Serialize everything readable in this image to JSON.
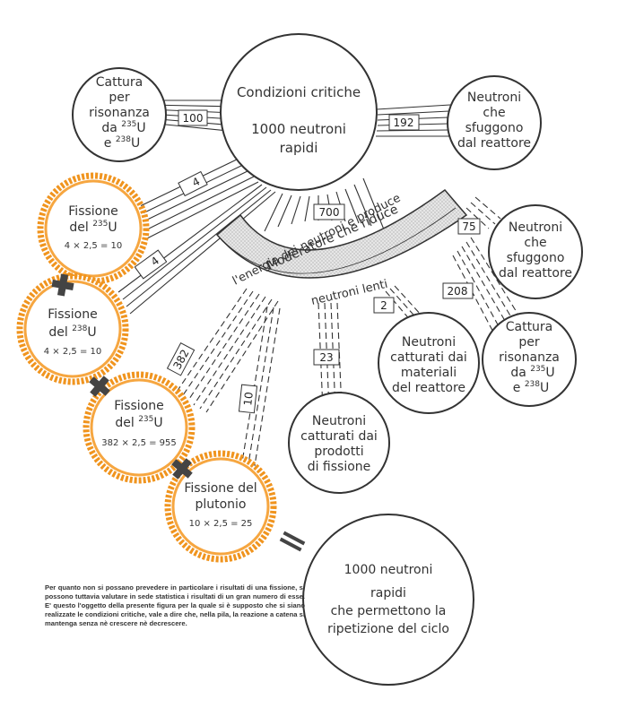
{
  "critical": {
    "title": "Condizioni critiche",
    "line1": "1000 neutroni",
    "line2": "rapidi"
  },
  "capture_fast": {
    "l1": "Cattura",
    "l2": "per",
    "l3": "risonanza",
    "l4a": "da ",
    "l4b": "235",
    "l4c": "U",
    "l5a": "e ",
    "l5b": "238",
    "l5c": "U"
  },
  "escape_fast": {
    "l1": "Neutroni",
    "l2": "che",
    "l3": "sfuggono",
    "l4": "dal reattore"
  },
  "escape_slow": {
    "l1": "Neutroni",
    "l2": "che",
    "l3": "sfuggono",
    "l4": "dal reattore"
  },
  "capture_slow": {
    "l1": "Cattura",
    "l2": "per",
    "l3": "risonanza",
    "l4a": "da ",
    "l4b": "235",
    "l4c": "U",
    "l5a": "e ",
    "l5b": "238",
    "l5c": "U"
  },
  "materials": {
    "l1": "Neutroni",
    "l2": "catturati dai",
    "l3": "materiali",
    "l4": "del reattore"
  },
  "products": {
    "l1": "Neutroni",
    "l2": "catturati dai",
    "l3": "prodotti",
    "l4": "di fissione"
  },
  "moderator": {
    "l1": "Moderatore che riduce",
    "l2": "l'energia dei neutroni e produce",
    "l3": "neutroni lenti"
  },
  "fission1": {
    "t1": "Fissione",
    "t2a": "del ",
    "t2b": "235",
    "t2c": "U",
    "calc": "4 × 2,5 = 10"
  },
  "fission2": {
    "t1": "Fissione",
    "t2a": "del ",
    "t2b": "238",
    "t2c": "U",
    "calc": "4 × 2,5 = 10"
  },
  "fission3": {
    "t1": "Fissione",
    "t2a": "del ",
    "t2b": "235",
    "t2c": "U",
    "calc": "382 × 2,5 = 955"
  },
  "fission4": {
    "t1": "Fissione del",
    "t2": "plutonio",
    "calc": "10 × 2,5 = 25"
  },
  "result": {
    "l1": "1000 neutroni",
    "l2": "rapidi",
    "l3": "che permettono la",
    "l4": "ripetizione del ciclo"
  },
  "labels": {
    "n100": "100",
    "n192": "192",
    "n4a": "4",
    "n4b": "4",
    "n700": "700",
    "n75": "75",
    "n208": "208",
    "n2": "2",
    "n23": "23",
    "n382": "382",
    "n10": "10"
  },
  "caption": "Per quanto non si possano prevedere in particolare i risultati di una fissione, si possono tuttavia valutare in sede statistica i risultati di un gran numero di esse. E' questo l'oggetto della presente figura per la quale si è supposto che si siano realizzate le condizioni critiche, vale a dire che, nella pila, la reazione a catena si mantenga senza nè crescere nè decrescere.",
  "colors": {
    "fission": "#f0941e",
    "stroke": "#333333",
    "band": "#dcdcdc",
    "cross": "#444444"
  }
}
